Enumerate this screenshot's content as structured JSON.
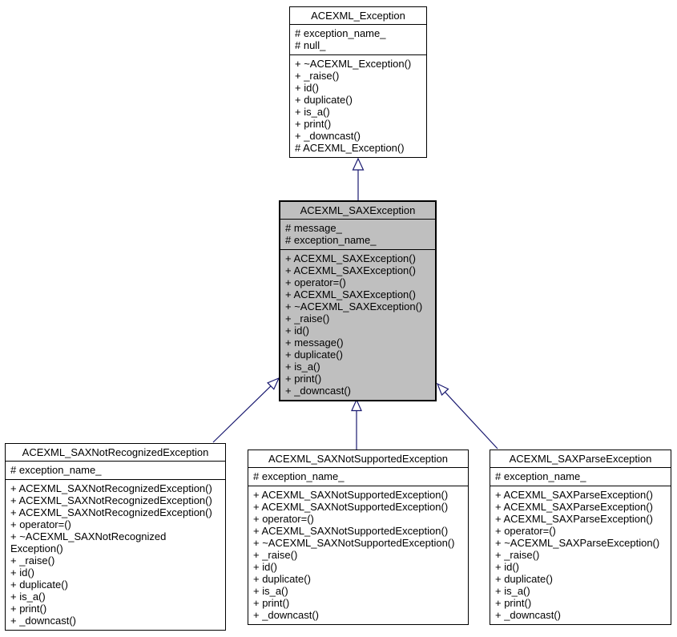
{
  "diagram": {
    "type": "uml-class-inheritance",
    "background": "#ffffff",
    "arrow_color": "#191970",
    "box_fill": "#ffffff",
    "highlight_fill": "#bfbfbf",
    "border_color": "#000000"
  },
  "classes": [
    {
      "name": "ACEXML_Exception",
      "highlighted": false,
      "attributes": [
        "# exception_name_",
        "# null_"
      ],
      "methods": [
        "+ ~ACEXML_Exception()",
        "+ _raise()",
        "+ id()",
        "+ duplicate()",
        "+ is_a()",
        "+ print()",
        "+ _downcast()",
        "# ACEXML_Exception()"
      ]
    },
    {
      "name": "ACEXML_SAXException",
      "highlighted": true,
      "attributes": [
        "# message_",
        "# exception_name_"
      ],
      "methods": [
        "+ ACEXML_SAXException()",
        "+ ACEXML_SAXException()",
        "+ operator=()",
        "+ ACEXML_SAXException()",
        "+ ~ACEXML_SAXException()",
        "+ _raise()",
        "+ id()",
        "+ message()",
        "+ duplicate()",
        "+ is_a()",
        "+ print()",
        "+ _downcast()"
      ]
    },
    {
      "name": "ACEXML_SAXNotRecognizedException",
      "highlighted": false,
      "attributes": [
        "# exception_name_"
      ],
      "methods": [
        "+ ACEXML_SAXNotRecognizedException()",
        "+ ACEXML_SAXNotRecognizedException()",
        "+ ACEXML_SAXNotRecognizedException()",
        "+ operator=()",
        "+ ~ACEXML_SAXNotRecognized",
        "Exception()",
        "+ _raise()",
        "+ id()",
        "+ duplicate()",
        "+ is_a()",
        "+ print()",
        "+ _downcast()"
      ]
    },
    {
      "name": "ACEXML_SAXNotSupportedException",
      "highlighted": false,
      "attributes": [
        "# exception_name_"
      ],
      "methods": [
        "+ ACEXML_SAXNotSupportedException()",
        "+ ACEXML_SAXNotSupportedException()",
        "+ operator=()",
        "+ ACEXML_SAXNotSupportedException()",
        "+ ~ACEXML_SAXNotSupportedException()",
        "+ _raise()",
        "+ id()",
        "+ duplicate()",
        "+ is_a()",
        "+ print()",
        "+ _downcast()"
      ]
    },
    {
      "name": "ACEXML_SAXParseException",
      "highlighted": false,
      "attributes": [
        "# exception_name_"
      ],
      "methods": [
        "+ ACEXML_SAXParseException()",
        "+ ACEXML_SAXParseException()",
        "+ ACEXML_SAXParseException()",
        "+ operator=()",
        "+ ~ACEXML_SAXParseException()",
        "+ _raise()",
        "+ id()",
        "+ duplicate()",
        "+ is_a()",
        "+ print()",
        "+ _downcast()"
      ]
    }
  ],
  "relationships": [
    {
      "type": "inheritance",
      "from": "ACEXML_SAXException",
      "to": "ACEXML_Exception"
    },
    {
      "type": "inheritance",
      "from": "ACEXML_SAXNotRecognizedException",
      "to": "ACEXML_SAXException"
    },
    {
      "type": "inheritance",
      "from": "ACEXML_SAXNotSupportedException",
      "to": "ACEXML_SAXException"
    },
    {
      "type": "inheritance",
      "from": "ACEXML_SAXParseException",
      "to": "ACEXML_SAXException"
    }
  ]
}
